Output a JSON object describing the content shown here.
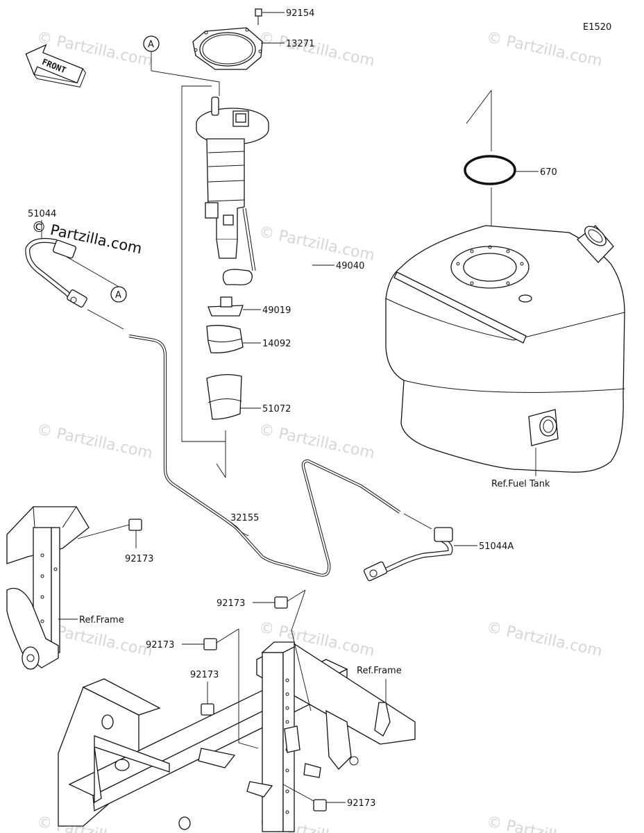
{
  "diagram_code": "E1520",
  "front_label": "FRONT",
  "reference_letter": "A",
  "watermark_text": "© Partzilla.com",
  "callouts": {
    "p92154": "92154",
    "p13271": "13271",
    "p670": "670",
    "p51044": "51044",
    "p49040": "49040",
    "p49019": "49019",
    "p14092": "14092",
    "p51072": "51072",
    "ref_fuel_tank": "Ref.Fuel Tank",
    "p32155": "32155",
    "p51044a": "51044A",
    "p92173_a": "92173",
    "p92173_b": "92173",
    "p92173_c": "92173",
    "p92173_d": "92173",
    "p92173_e": "92173",
    "ref_frame_left": "Ref.Frame",
    "ref_frame_bottom": "Ref.Frame"
  },
  "colors": {
    "line": "#111111",
    "watermark": "#d6d6d6",
    "background": "#ffffff"
  }
}
